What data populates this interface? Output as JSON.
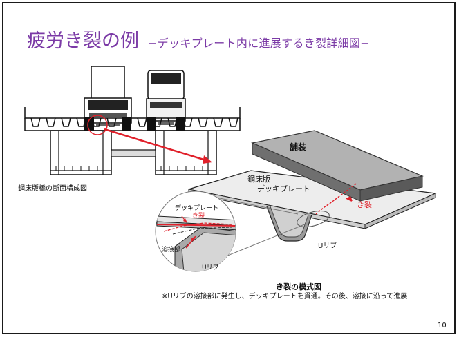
{
  "slide": {
    "title": "疲労き裂の例",
    "subtitle": "−デッキプレート内に進展するき裂詳細図−",
    "page_number": "10"
  },
  "labels": {
    "cross_section": "鋼床版橋の断面構成図",
    "pavement": "舗装",
    "steel_deck_line1": "鋼床版",
    "steel_deck_line2": "デッキプレート",
    "crack_main": "き裂",
    "zoom_deck_plate": "デッキプレート",
    "zoom_crack": "き裂",
    "zoom_weld": "溶接部",
    "zoom_urib": "Uリブ",
    "urib": "Uリブ",
    "caption_title": "き裂の模式図",
    "caption_note": "※Uリブの溶接部に発生し、デッキプレートを貫通。その後、溶接に沿って進展"
  },
  "colors": {
    "title": "#7b3aa6",
    "crack": "#e0202a",
    "pavement_top": "#b2b2b2",
    "pavement_side": "#6f6f6f",
    "deck": "#ededed"
  }
}
